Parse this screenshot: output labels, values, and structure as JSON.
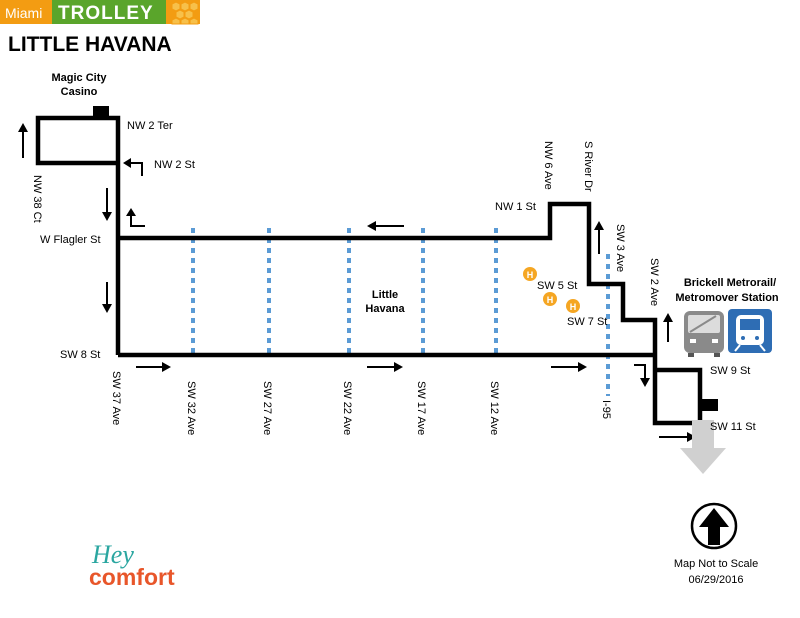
{
  "logo": {
    "word1": "Miami",
    "word2": "TROLLEY"
  },
  "title": "LITTLE HAVANA",
  "area_label": [
    "Little",
    "Havana"
  ],
  "landmark": [
    "Magic City",
    "Casino"
  ],
  "station": [
    "Brickell Metrorail/",
    "Metromover Station"
  ],
  "streets": {
    "nw2ter": "NW 2 Ter",
    "nw2st": "NW 2 St",
    "nw38ct": "NW 38 Ct",
    "wflagler": "W Flagler St",
    "sw8st": "SW 8 St",
    "sw37ave": "SW 37 Ave",
    "sw32ave": "SW 32 Ave",
    "sw27ave": "SW 27 Ave",
    "sw22ave": "SW 22 Ave",
    "sw17ave": "SW 17 Ave",
    "sw12ave": "SW 12 Ave",
    "i95": "I-95",
    "nw1st": "NW 1 St",
    "nw6ave": "NW 6 Ave",
    "sriverdr": "S River Dr",
    "sw3ave": "SW 3 Ave",
    "sw2ave": "SW 2 Ave",
    "sw5st": "SW 5 St",
    "sw7st": "SW 7 St",
    "sw9st": "SW 9 St",
    "sw11st": "SW 11 St"
  },
  "hospital_marker": "H",
  "scale_note": "Map Not to Scale",
  "date": "06/29/2016",
  "brand": {
    "line1": "Hey",
    "line2": "comfort"
  },
  "colors": {
    "route": "#000000",
    "crossing": "#5b9bd5",
    "logo_orange": "#f39c12",
    "logo_green": "#5aa52b",
    "hospital": "#f5a623",
    "station_blue": "#2e6db4",
    "arrow_gray": "#cfcfcf"
  },
  "icons": [
    "trolley-logo-icon",
    "bus-icon",
    "metrorail-icon",
    "north-arrow-icon",
    "hospital-icon"
  ]
}
